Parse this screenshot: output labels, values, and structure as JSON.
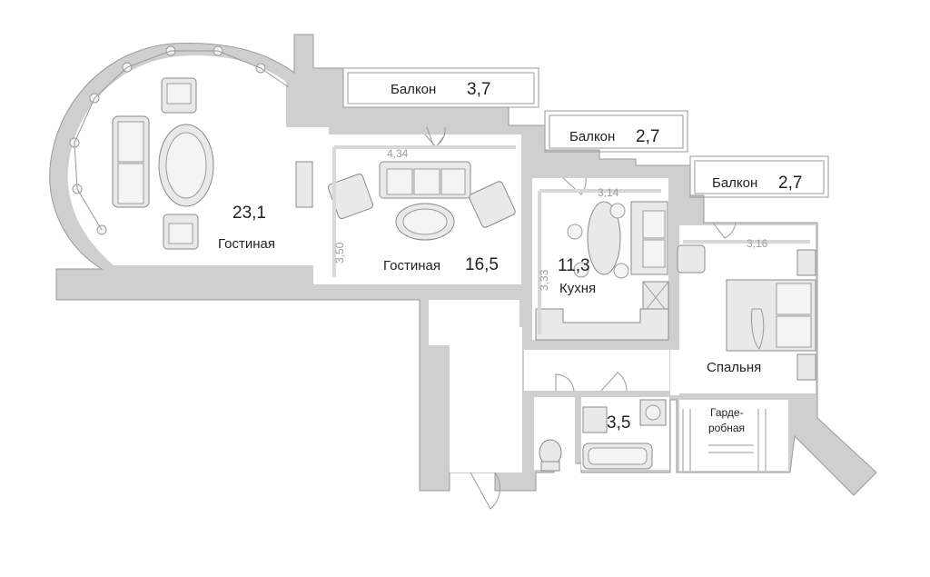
{
  "rooms": {
    "living_big": {
      "area": "23,1",
      "name": "Гостиная"
    },
    "living": {
      "area": "16,5",
      "name": "Гостиная",
      "width": "4,34",
      "depth": "3,50"
    },
    "kitchen": {
      "area": "11,3",
      "name": "Кухня",
      "width": "3,14",
      "depth": "3,33"
    },
    "bedroom": {
      "name": "Спальня",
      "width": "3,16"
    },
    "bathroom": {
      "area": "3,5"
    },
    "wardrobe": {
      "name_line1": "Гарде-",
      "name_line2": "робная"
    }
  },
  "balconies": [
    {
      "name": "Балкон",
      "area": "3,7"
    },
    {
      "name": "Балкон",
      "area": "2,7"
    },
    {
      "name": "Балкон",
      "area": "2,7"
    }
  ],
  "colors": {
    "wall": "#cfcfcf",
    "furniture": "#e9e9e9",
    "dimension": "#d8d8d8"
  }
}
